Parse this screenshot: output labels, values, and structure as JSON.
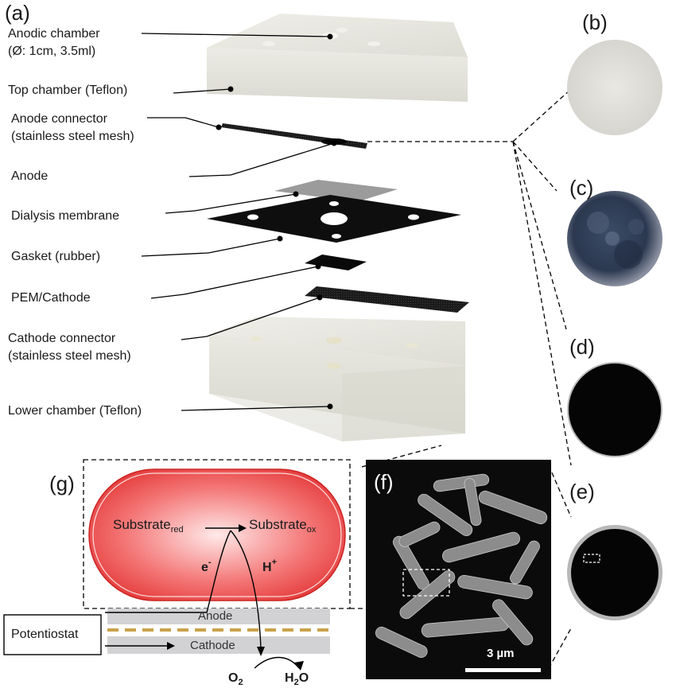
{
  "panels": {
    "a": "(a)",
    "b": "(b)",
    "c": "(c)",
    "d": "(d)",
    "e": "(e)",
    "f": "(f)",
    "g": "(g)"
  },
  "labels": {
    "anodic_chamber_1": "Anodic chamber",
    "anodic_chamber_2": "(Ø: 1cm, 3.5ml)",
    "top_chamber": "Top chamber (Teflon)",
    "anode_connector_1": "Anode connector",
    "anode_connector_2": "(stainless steel mesh)",
    "anode": "Anode",
    "dialysis_membrane": "Dialysis membrane",
    "gasket": "Gasket (rubber)",
    "pem_cathode": "PEM/Cathode",
    "cathode_connector_1": "Cathode connector",
    "cathode_connector_2": "(stainless steel mesh)",
    "lower_chamber": "Lower chamber (Teflon)"
  },
  "schematic": {
    "substrate_red": "Substrate",
    "substrate_red_sub": "red",
    "substrate_ox": "Substrate",
    "substrate_ox_sub": "ox",
    "electron": "e",
    "electron_sup": "-",
    "proton": "H",
    "proton_sup": "+",
    "anode": "Anode",
    "cathode": "Cathode",
    "potentiostat": "Potentiostat",
    "o2": "O",
    "o2_sub": "2",
    "h2o_h": "H",
    "h2o_sub": "2",
    "h2o_o": "O"
  },
  "sem": {
    "scale_bar": "3 µm"
  },
  "colors": {
    "teflon": "#e6e4dc",
    "cell_red": "#e84a4a",
    "dark": "#0a0a0a",
    "electrode_gray": "#cfcfd1",
    "membrane_dash": "#c9a24a"
  }
}
